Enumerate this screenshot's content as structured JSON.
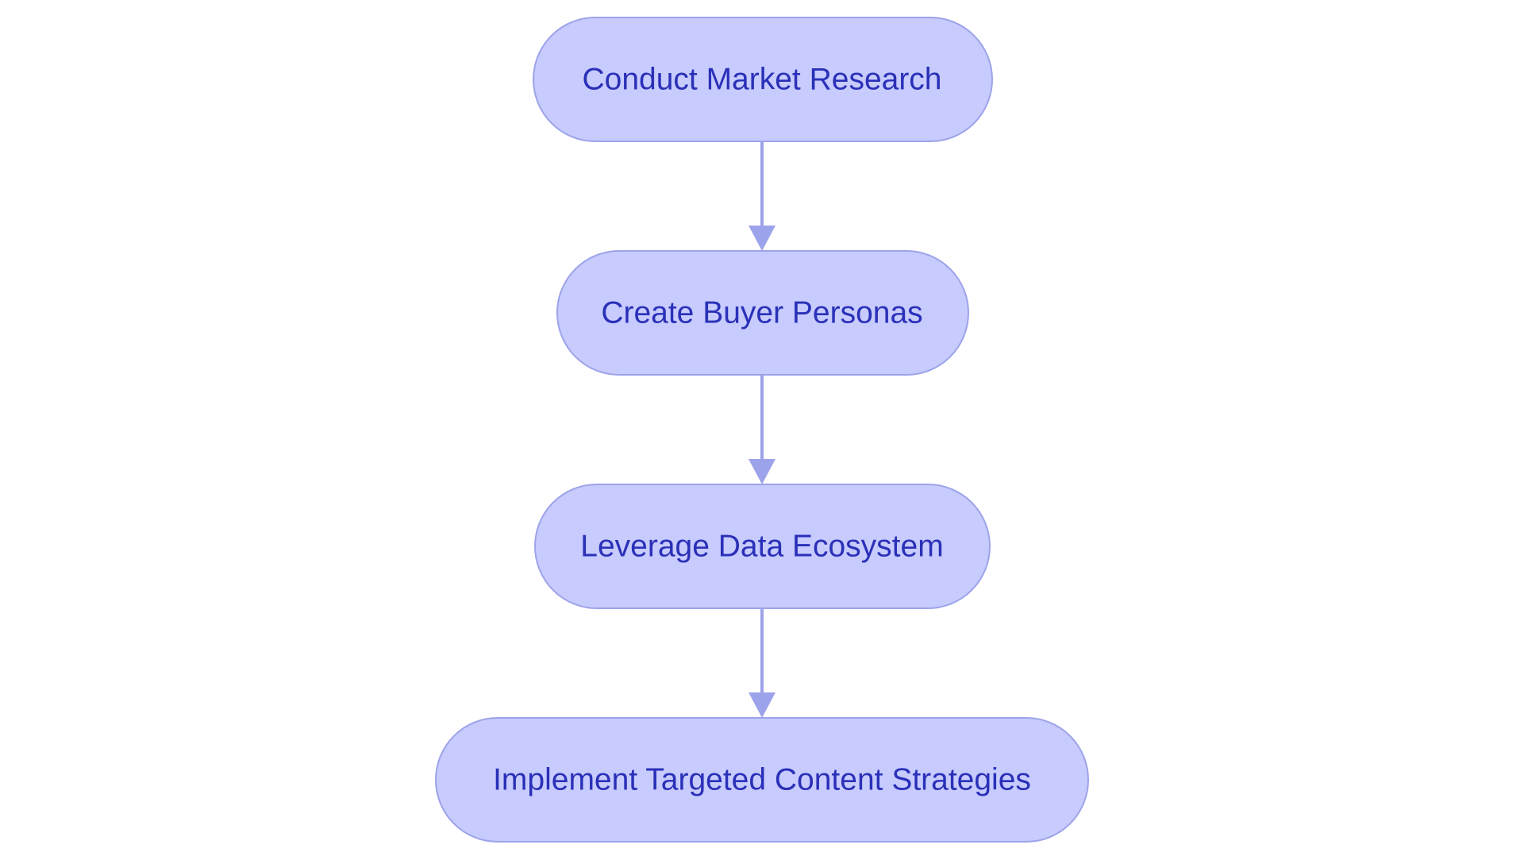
{
  "diagram": {
    "type": "flowchart",
    "direction": "top-to-bottom",
    "nodes": [
      {
        "id": "n1",
        "label": "Conduct Market Research"
      },
      {
        "id": "n2",
        "label": "Create Buyer Personas"
      },
      {
        "id": "n3",
        "label": "Leverage Data Ecosystem"
      },
      {
        "id": "n4",
        "label": "Implement Targeted Content Strategies"
      }
    ],
    "edges": [
      {
        "from": "n1",
        "to": "n2"
      },
      {
        "from": "n2",
        "to": "n3"
      },
      {
        "from": "n3",
        "to": "n4"
      }
    ]
  },
  "colors": {
    "node_fill": "#c7cbfd",
    "node_border": "#9da3ea",
    "text": "#2a30b8",
    "edge": "#9da3ea",
    "background": "#ffffff"
  }
}
